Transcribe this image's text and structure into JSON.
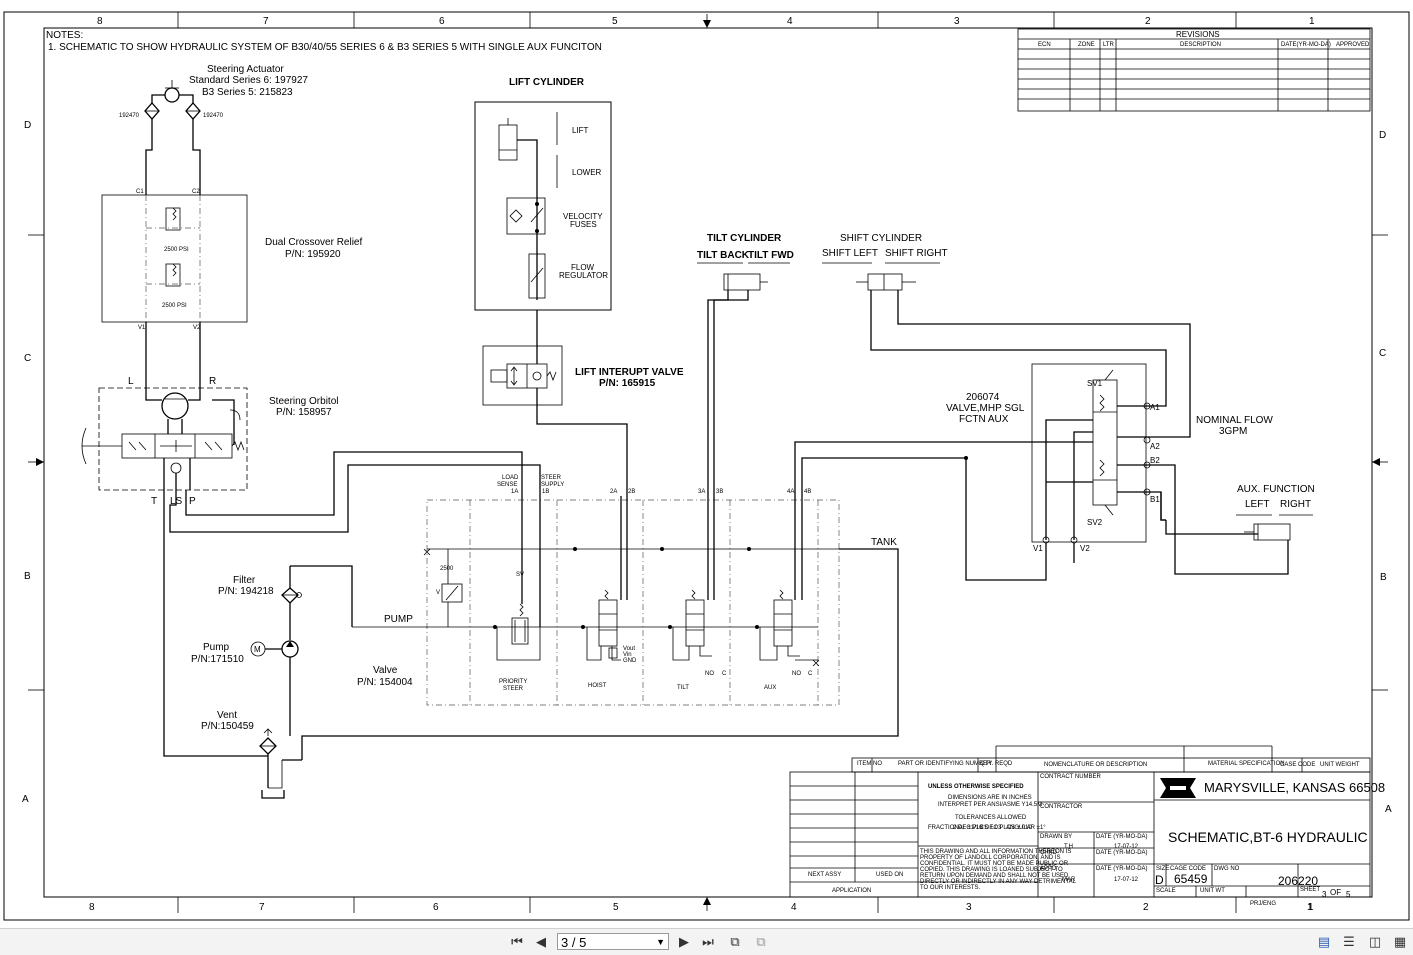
{
  "zones": {
    "cols_top": [
      "8",
      "7",
      "6",
      "5",
      "4",
      "3",
      "2",
      "1"
    ],
    "cols_bottom": [
      "8",
      "7",
      "6",
      "5",
      "4",
      "3",
      "2",
      "1"
    ],
    "rows_left": [
      "D",
      "C",
      "B",
      "A"
    ],
    "rows_right": [
      "D",
      "C",
      "B",
      "A"
    ]
  },
  "notes": {
    "heading": "NOTES:",
    "line1": "1. SCHEMATIC TO SHOW HYDRAULIC SYSTEM OF B30/40/55 SERIES 6 & B3 SERIES 5 WITH SINGLE AUX FUNCITON"
  },
  "revisions": {
    "title": "REVISIONS",
    "headers": [
      "ECN",
      "ZONE",
      "LTR",
      "DESCRIPTION",
      "DATE(YR-MO-DA)",
      "APPROVED"
    ]
  },
  "components": {
    "steering_actuator": {
      "title": "Steering Actuator",
      "std": "Standard Series 6: 197927",
      "b3": "B3 Series 5: 215823",
      "left_port": "192470",
      "right_port": "192470"
    },
    "crossover": {
      "title": "Dual Crossover Relief",
      "pn": "P/N: 195920",
      "psi1": "2500 PSI",
      "psi2": "2500 PSI",
      "c1": "C1",
      "c2": "C2",
      "v1": "V1",
      "v2": "V2"
    },
    "orbitol": {
      "title": "Steering Orbitol",
      "pn": "P/N: 158957",
      "l": "L",
      "r": "R",
      "t": "T",
      "ls": "LS",
      "p": "P"
    },
    "lift_cylinder": {
      "title": "LIFT CYLINDER",
      "lift": "LIFT",
      "lower": "LOWER",
      "velocity1": "VELOCITY",
      "velocity2": "FUSES",
      "flow1": "FLOW",
      "flow2": "REGULATOR"
    },
    "lift_interupt": {
      "title": "LIFT INTERUPT VALVE",
      "pn": "P/N: 165915"
    },
    "tilt_cylinder": {
      "title": "TILT CYLINDER",
      "back": "TILT BACK",
      "fwd": "TILT FWD"
    },
    "shift_cylinder": {
      "title": "SHIFT CYLINDER",
      "left": "SHIFT LEFT",
      "right": "SHIFT RIGHT"
    },
    "mhp_valve": {
      "pn": "206074",
      "line1": "VALVE,MHP SGL",
      "line2": "FCTN AUX",
      "sv1": "SV1",
      "sv2": "SV2",
      "a1": "A1",
      "a2": "A2",
      "b1": "B1",
      "b2": "B2",
      "v1": "V1",
      "v2": "V2"
    },
    "nominal_flow": {
      "line1": "NOMINAL FLOW",
      "line2": "3GPM"
    },
    "aux_function": {
      "title": "AUX. FUNCTION",
      "left": "LEFT",
      "right": "RIGHT"
    },
    "filter": {
      "title": "Filter",
      "pn": "P/N: 194218"
    },
    "pump": {
      "title": "Pump",
      "pn": "P/N:171510",
      "motor": "M"
    },
    "vent": {
      "title": "Vent",
      "pn": "P/N:150459"
    },
    "valve": {
      "title": "Valve",
      "pn": "P/N: 154004",
      "pump": "PUMP",
      "tank": "TANK",
      "ports": {
        "ls1": "LOAD",
        "ls2": "SENSE",
        "ls3": "1A",
        "ss1": "STEER",
        "ss2": "SUPPLY",
        "ss3": "1B",
        "p2a": "2A",
        "p2b": "2B",
        "p3a": "3A",
        "p3b": "3B",
        "p4a": "4A",
        "p4b": "4B"
      },
      "relief": "2500",
      "sections": {
        "priority1": "PRIORITY",
        "priority2": "STEER",
        "hoist": "HOIST",
        "tilt": "TILT",
        "aux": "AUX"
      },
      "v": "V",
      "small": {
        "noc1": "NO",
        "noc2": "C",
        "noc3": "NO",
        "noc4": "C",
        "hoist_a": "Vout",
        "hoist_b": "Vin",
        "hoist_c": "GND",
        "sv": "SV"
      }
    }
  },
  "title_block": {
    "item": "ITEM NO",
    "part": "PART OR IDENTIFYING NUMBER",
    "qty": "QTY. REQD",
    "nomenclature": "NOMENCLATURE OR DESCRIPTION",
    "material": "MATERIAL SPECIFICATION",
    "case_code": "CASE CODE",
    "unit_weight": "UNIT WEIGHT",
    "unless": "UNLESS OTHERWISE SPECIFIED",
    "dims": "DIMENSIONS ARE IN INCHES",
    "interpret": "INTERPRET PER ANSI/ASME Y14.5M",
    "tolerances": "TOLERANCES ALLOWED",
    "fractional": "FRACTIONAL ±1/16",
    "dec2": "2 DEC PLCS ±.03",
    "dec3": "3 DEC PLCS ±.010",
    "angular": "ANGULAR ±1°",
    "confidential": [
      "THIS DRAWING AND ALL INFORMATION THEREON IS",
      "PROPERTY OF LANDOLL CORPORATION, AND IS",
      "CONFIDENTIAL. IT MUST NOT BE MADE PUBLIC OR",
      "COPIED.  THIS DRAWING IS LOANED SUBJECT TO",
      "RETURN UPON DEMAND AND SHALL NOT BE USED",
      "DIRECTLY OR INDIRECTLY IN ANY WAY DETRIMENTAL",
      "TO OUR INTERESTS."
    ],
    "next_assy": "NEXT ASSY",
    "used_on": "USED ON",
    "application": "APPLICATION",
    "contract_number": "CONTRACT NUMBER",
    "contractor": "CONTRACTOR",
    "drawn_by": "DRAWN BY",
    "drawn_name": "T.H",
    "date_label": "DATE (YR-MO-DA)",
    "drawn_date": "17-07-12",
    "check": "CHKD",
    "appd": "APPD",
    "appd_name": "MAR",
    "appd_date": "17-07-12",
    "company": "MARYSVILLE, KANSAS   66508",
    "title": "SCHEMATIC,BT-6 HYDRAULIC",
    "size_label": "SIZE",
    "size": "D",
    "cage_label": "CAGE CODE",
    "cage": "65459",
    "dwg_label": "DWG NO",
    "dwg": "206220",
    "scale": "SCALE",
    "unit_wt": "UNIT WT",
    "sheet_label": "SHEET",
    "sheet_num": "3",
    "of": "OF",
    "sheet_total": "5",
    "prj": "PRJ/ENG",
    "rev": "1"
  },
  "viewer": {
    "page": "3 / 5"
  }
}
